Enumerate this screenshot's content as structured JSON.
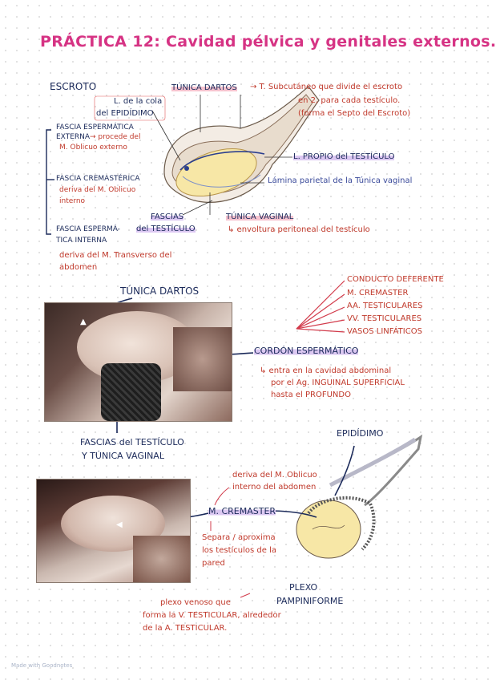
{
  "title": "PRÁCTICA 12: Cavidad pélvica y genitales externos.",
  "scroto": {
    "heading": "ESCROTO",
    "tunica_dartos": "TÚNICA DARTOS",
    "tunica_dartos_note_1": "→ T. Subcutáneo que divide el escroto",
    "tunica_dartos_note_2": "en 2, para cada testículo.",
    "tunica_dartos_note_3": "(forma el Septo del Escroto)",
    "l_cola_1": "L. de la cola",
    "l_cola_2": "del EPIDÍDIMO",
    "l_propio": "L. PROPIO del TESTÍCULO",
    "lamina": "Lámina parietal de la Túnica vaginal",
    "fascia_ext_1": "FASCIA ESPERMÁTICA",
    "fascia_ext_2": "EXTERNA",
    "fascia_ext_3": "→ procede del",
    "fascia_ext_4": "M. Oblicuo externo",
    "fascia_crem_1": "FASCIA CREMASTÉRICA",
    "fascia_crem_2": "deriva del M. Oblicuo",
    "fascia_crem_3": "interno",
    "fascia_int_1": "FASCIA ESPERMÁ-",
    "fascia_int_2": "TICA INTERNA",
    "fascia_int_3": "deriva del M. Transverso del",
    "fascia_int_4": "abdomen",
    "fascias_1": "FASCIAS",
    "fascias_2": "del TESTÍCULO",
    "tunica_vaginal": "TÚNICA VAGINAL",
    "tunica_vaginal_note": "↳ envoltura peritoneal del testículo"
  },
  "photo1": {
    "label_top": "TÚNICA DARTOS",
    "cordon": "CORDÓN ESPERMÁTICO",
    "cordon_note_1": "↳ entra en la cavidad abdominal",
    "cordon_note_2": "por el Ag. INGUINAL SUPERFICIAL",
    "cordon_note_3": "hasta el PROFUNDO",
    "contents": [
      "CONDUCTO DEFERENTE",
      "M. CREMASTER",
      "AA. TESTICULARES",
      "VV. TESTICULARES",
      "VASOS LINFÁTICOS"
    ],
    "fascias_1": "FASCIAS del TESTÍCULO",
    "fascias_2": "Y TÚNICA VAGINAL"
  },
  "photo2": {
    "epididimo": "EPIDÍDIMO",
    "deriva_1": "deriva del M. Oblicuo",
    "deriva_2": "interno del abdomen",
    "cremaster": "M. CREMASTER",
    "separa_1": "Separa / aproxima",
    "separa_2": "los testículos de la",
    "separa_3": "pared",
    "plexo_1": "PLEXO",
    "plexo_2": "PAMPINIFORME",
    "plexo_note_1": "plexo venoso que",
    "plexo_note_2": "forma la V. TESTICULAR, alrededor",
    "plexo_note_3": "de la A. TESTICULAR."
  },
  "footer": "Made with Goodnotes"
}
